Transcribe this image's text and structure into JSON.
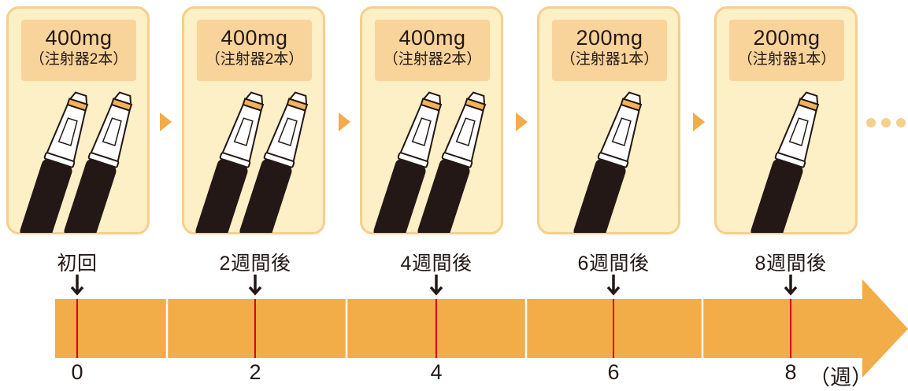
{
  "doses": [
    {
      "amount": "400mg",
      "count": "（注射器2本）",
      "syringes": 2
    },
    {
      "amount": "400mg",
      "count": "（注射器2本）",
      "syringes": 2
    },
    {
      "amount": "400mg",
      "count": "（注射器2本）",
      "syringes": 2
    },
    {
      "amount": "200mg",
      "count": "（注射器1本）",
      "syringes": 1
    },
    {
      "amount": "200mg",
      "count": "（注射器1本）",
      "syringes": 1
    }
  ],
  "stages": [
    "初回",
    "2週間後",
    "4週間後",
    "6週間後",
    "8週間後"
  ],
  "ticks": [
    "0",
    "2",
    "4",
    "6",
    "8"
  ],
  "unit": "（週）",
  "colors": {
    "card_bg": "#fdefc6",
    "card_border": "#f6cf8c",
    "label_bg": "#f8d49b",
    "timeline": "#f2ac48",
    "marker": "#d7000f",
    "syringe_body": "#231815"
  },
  "icons": {
    "syringe": "pen-injector-icon",
    "arrow": "down-arrow-icon",
    "more": "ellipsis-icon"
  }
}
